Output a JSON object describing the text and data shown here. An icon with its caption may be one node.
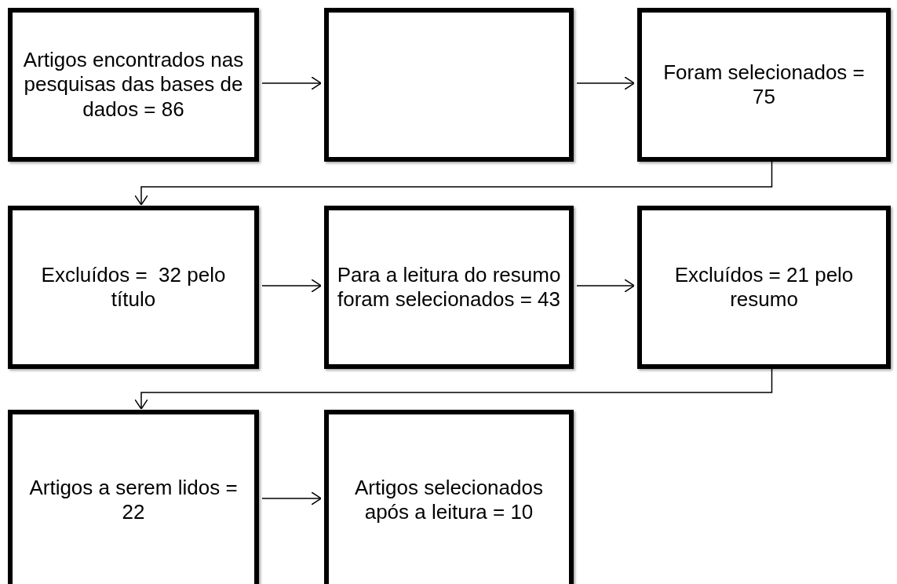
{
  "diagram": {
    "nodes": [
      {
        "text": [
          "Artigos encontrados nas pesquisas das bases de dados = 86"
        ]
      },
      {
        "text": [],
        "shape": "box"
      },
      {
        "text": [
          "Foram selecionados = 75"
        ]
      },
      {
        "text": [
          "Excluídos =  32 pelo título"
        ]
      },
      {
        "text": [
          "Para a leitura do resumo foram selecionados = 43"
        ]
      },
      {
        "text": [
          "Excluídos = 21 pelo resumo"
        ]
      },
      {
        "text": [
          "Artigos a serem lidos = 22"
        ]
      },
      {
        "text": [
          "Artigos selecionados após a leitura = 10"
        ]
      }
    ],
    "edges": [
      {
        "from": 0,
        "to": 1,
        "arrow": "to"
      },
      {
        "from": 1,
        "to": 2,
        "arrow": "to"
      },
      {
        "from": 2,
        "to": 3,
        "arrow": "to"
      },
      {
        "from": 3,
        "to": 4,
        "arrow": "to"
      },
      {
        "from": 4,
        "to": 5,
        "arrow": "to"
      },
      {
        "from": 5,
        "to": 6,
        "arrow": "to"
      },
      {
        "from": 6,
        "to": 7,
        "arrow": "to"
      }
    ]
  }
}
